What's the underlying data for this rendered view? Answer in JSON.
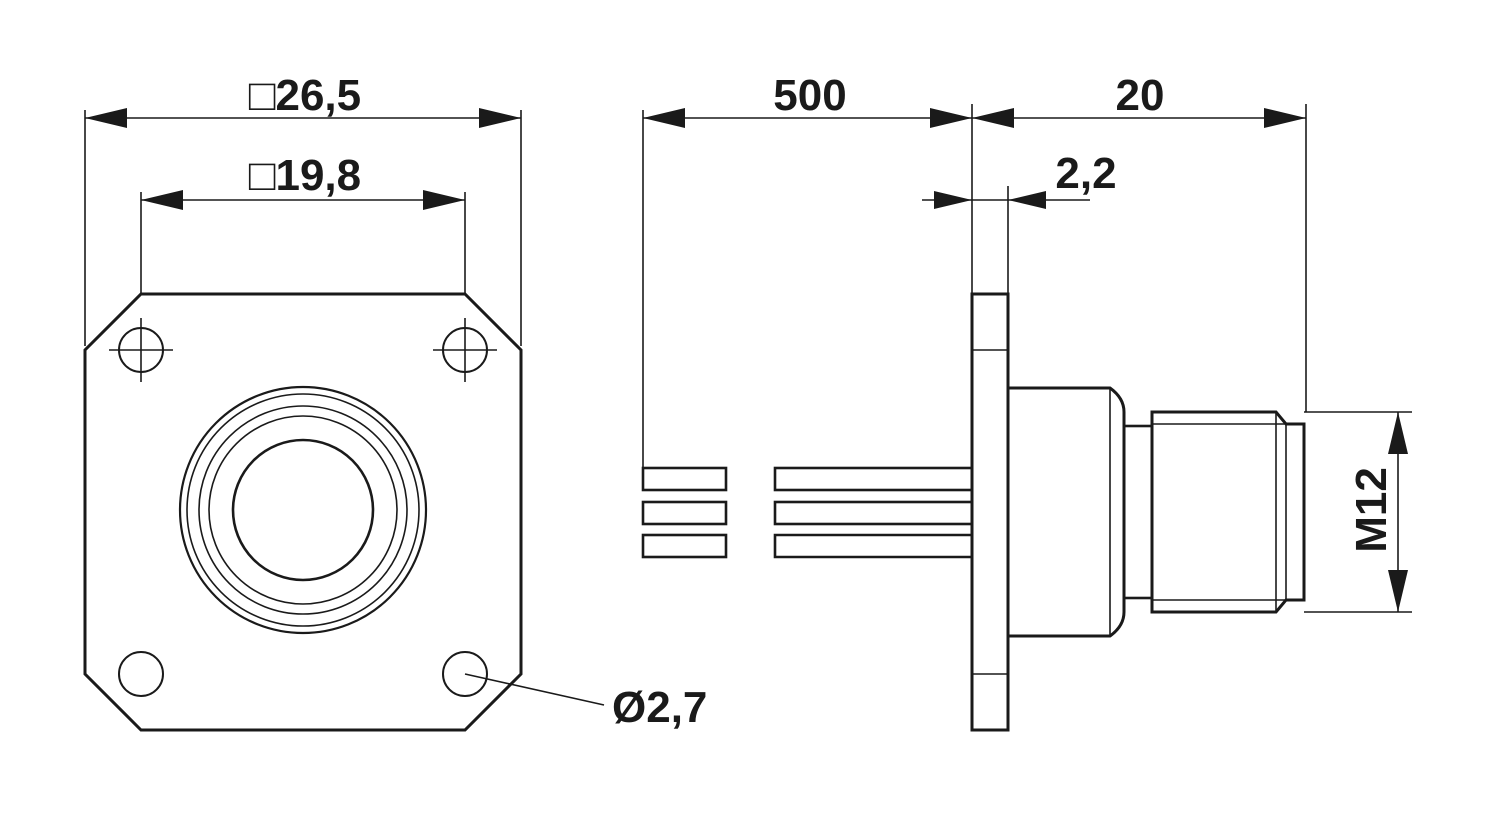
{
  "dimensions": {
    "outer_square": "□26,5",
    "inner_square": "□19,8",
    "wire_length": "500",
    "overall_length": "20",
    "flange_thickness": "2,2",
    "thread": "M12",
    "hole_diameter": "Ø2,7"
  },
  "colors": {
    "line": "#1a1a1a",
    "background": "#ffffff"
  }
}
